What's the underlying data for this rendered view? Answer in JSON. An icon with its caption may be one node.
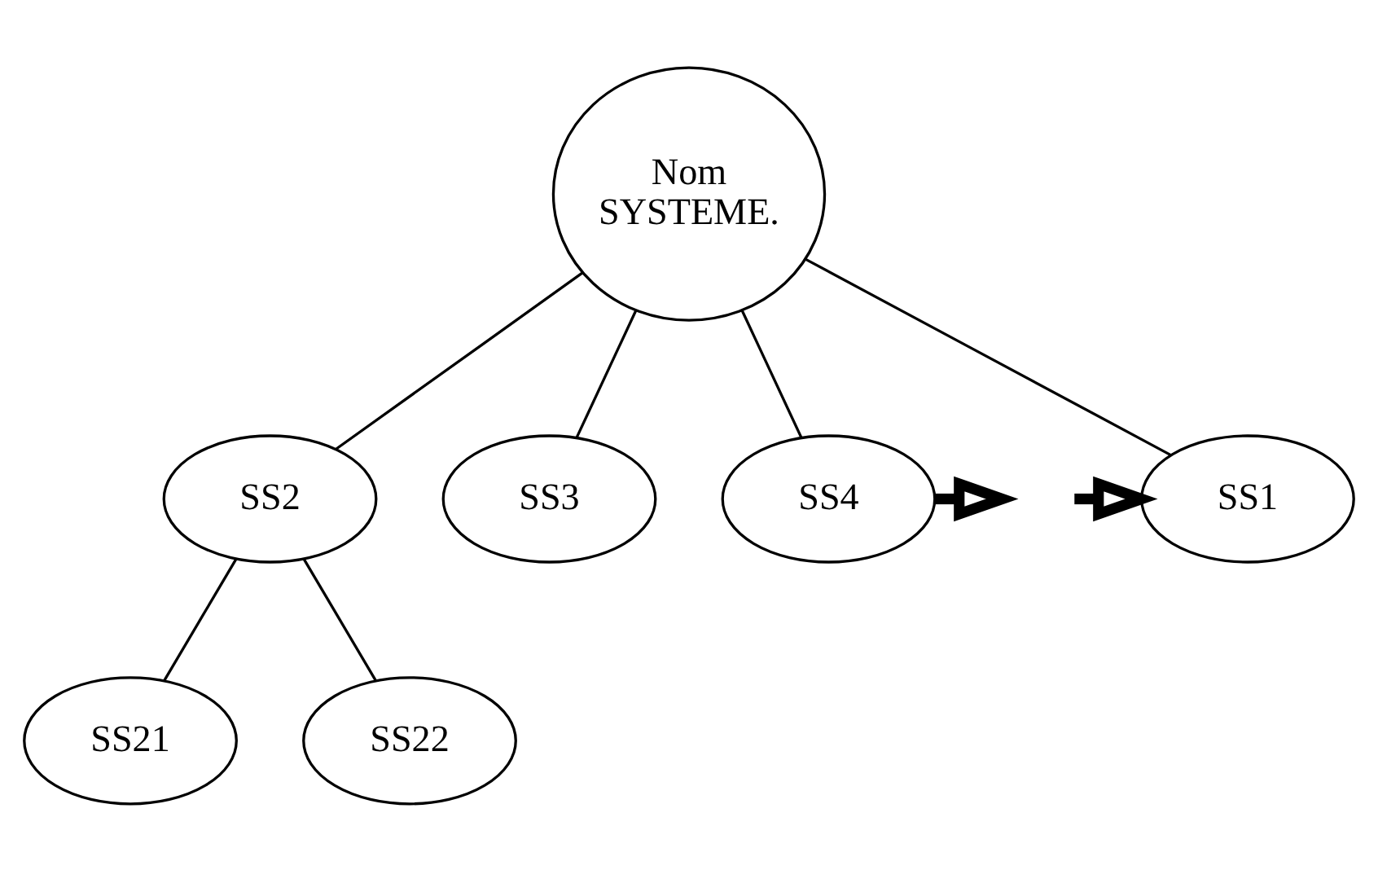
{
  "diagram": {
    "nodes": [
      {
        "text": [
          "Nom SYSTEME."
        ]
      },
      {
        "text": [
          "SS1"
        ]
      },
      {
        "text": [
          "SS2"
        ]
      },
      {
        "text": [
          "SS3"
        ]
      },
      {
        "text": [
          "SS4"
        ]
      },
      {
        "text": [
          "SS21"
        ]
      },
      {
        "text": [
          "SS22"
        ]
      }
    ],
    "edges": [
      {
        "from": 0,
        "to": 1,
        "arrow": "none"
      },
      {
        "from": 0,
        "to": 2,
        "arrow": "none"
      },
      {
        "from": 0,
        "to": 3,
        "arrow": "none"
      },
      {
        "from": 0,
        "to": 4,
        "arrow": "none"
      },
      {
        "from": 2,
        "to": 5,
        "arrow": "none"
      },
      {
        "from": 2,
        "to": 6,
        "arrow": "none"
      },
      {
        "from": null,
        "to": 1,
        "arrow": "to",
        "style": "thick"
      },
      {
        "from": 4,
        "to": null,
        "arrow": "to",
        "style": "thick"
      }
    ]
  }
}
